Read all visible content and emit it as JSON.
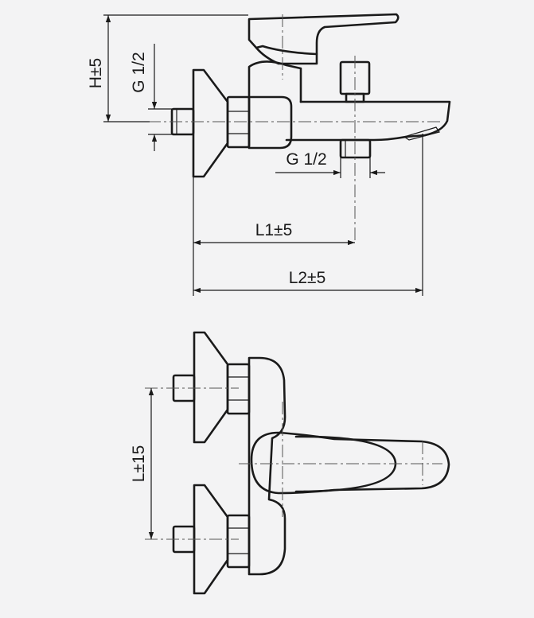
{
  "labels": {
    "height": "H±5",
    "inlet_thread_side": "G 1/2",
    "outlet_thread": "G 1/2",
    "length_1": "L1±5",
    "length_2": "L2±5",
    "inlet_spacing": "L±15"
  },
  "colors": {
    "background": "#f3f3f4",
    "line": "#1a1a1a"
  }
}
